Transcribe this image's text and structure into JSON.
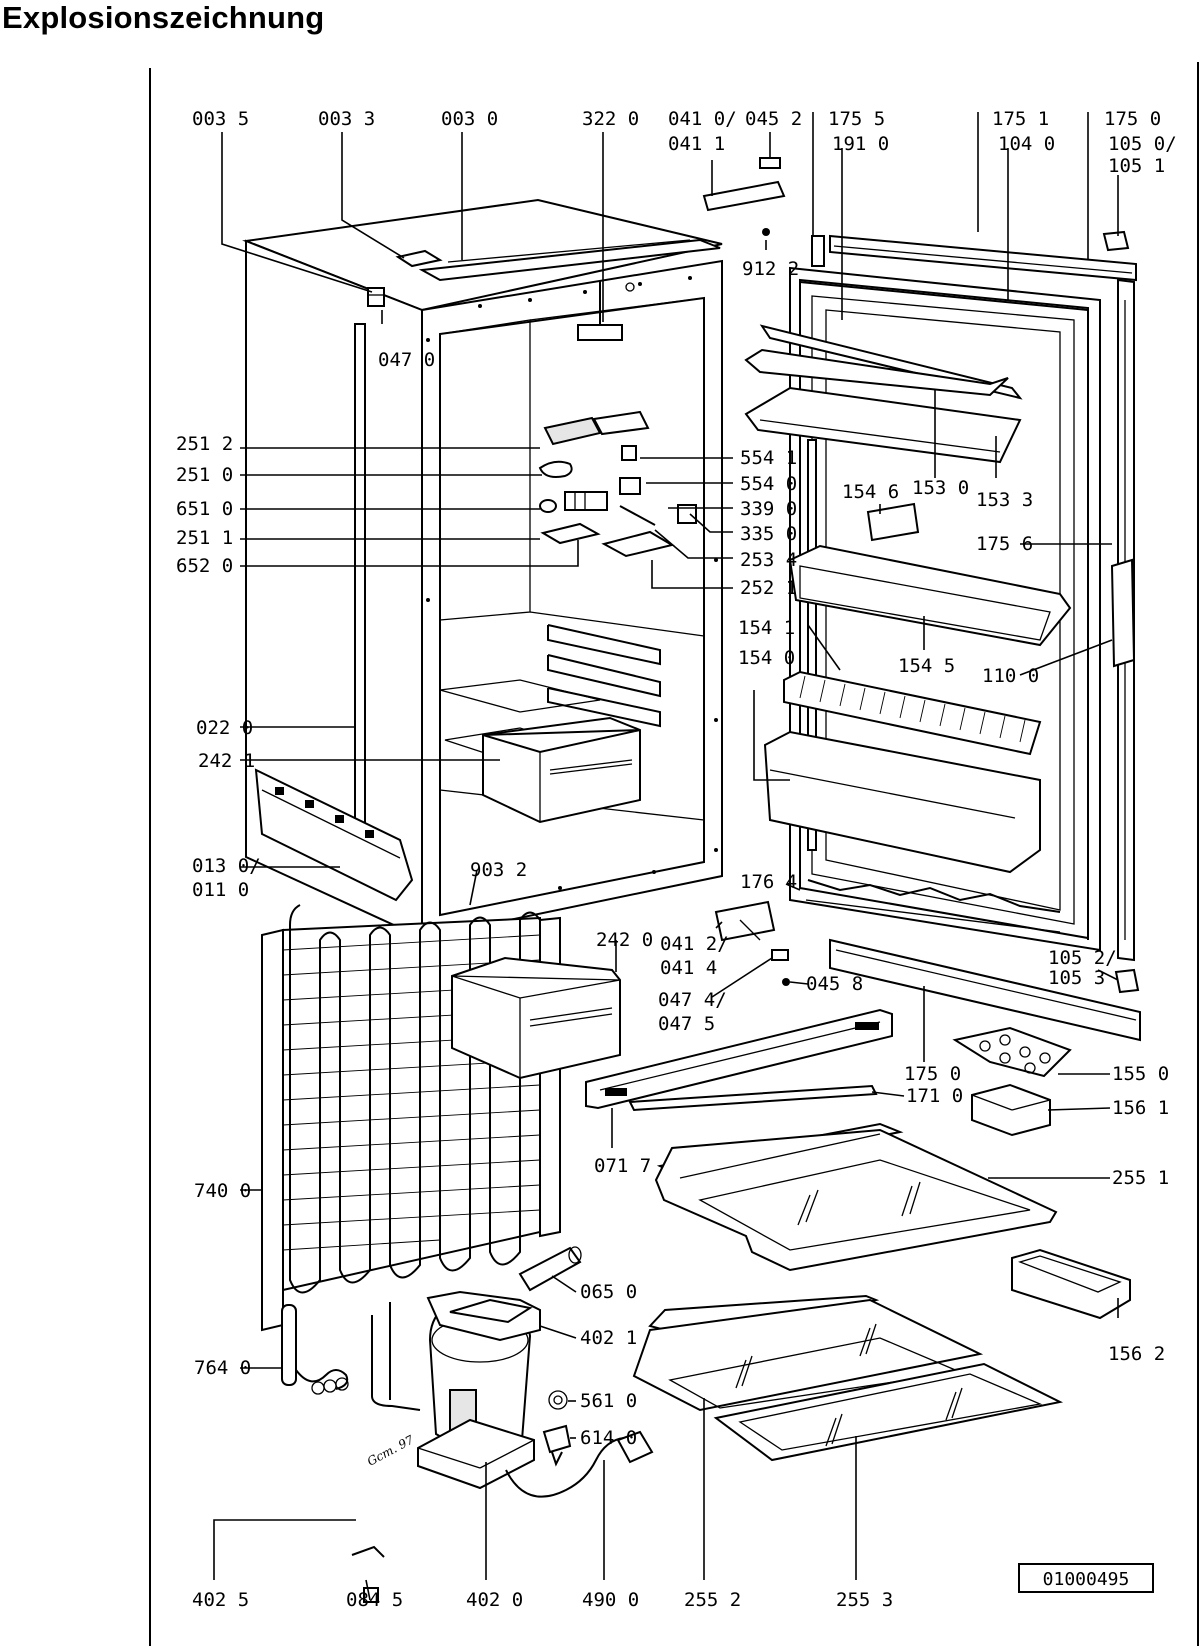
{
  "page": {
    "title": "Explosionszeichnung",
    "drawing_number": "01000495",
    "signature": "Gcm. 97"
  },
  "labels": {
    "l0035": "003 5",
    "l0033": "003 3",
    "l0030": "003 0",
    "l3220": "322 0",
    "l0410": "041 0/",
    "l0411": "041 1",
    "l0452": "045 2",
    "l1755": "175 5",
    "l1910": "191 0",
    "l1751": "175 1",
    "l1040": "104 0",
    "l1750a": "175 0",
    "l1050": "105 0/",
    "l1051": "105 1",
    "l9122": "912 2",
    "l0470": "047 0",
    "l2512": "251 2",
    "l2510": "251 0",
    "l6510": "651 0",
    "l2511": "251 1",
    "l6520": "652 0",
    "l5541": "554 1",
    "l5540": "554 0",
    "l3390": "339 0",
    "l3350": "335 0",
    "l2534": "253 4",
    "l2521": "252 1",
    "l1530": "153 0",
    "l1533": "153 3",
    "l1546": "154 6",
    "l1756": "175 6",
    "l1545": "154 5",
    "l1541": "154 1",
    "l1540": "154 0",
    "l1100": "110 0",
    "l0220": "022 0",
    "l2421": "242 1",
    "l0130": "013 0/",
    "l0110": "011 0",
    "l9032": "903 2",
    "l1764": "176 4",
    "l2420": "242 0",
    "l0412": "041 2/",
    "l0414": "041 4",
    "l0474": "047 4/",
    "l0475": "047 5",
    "l0458": "045 8",
    "l1052": "105 2/",
    "l1053": "105 3",
    "l1750b": "175 0",
    "l1550": "155 0",
    "l1710": "171 0",
    "l1561": "156 1",
    "l0717": "071 7",
    "l2551": "255 1",
    "l7400": "740 0",
    "l0650": "065 0",
    "l4021": "402 1",
    "l1562": "156 2",
    "l7640": "764 0",
    "l5610": "561 0",
    "l6140": "614 0",
    "l4025": "402 5",
    "l0845": "084 5",
    "l4020": "402 0",
    "l4900": "490 0",
    "l2552": "255 2",
    "l2553": "255 3"
  }
}
